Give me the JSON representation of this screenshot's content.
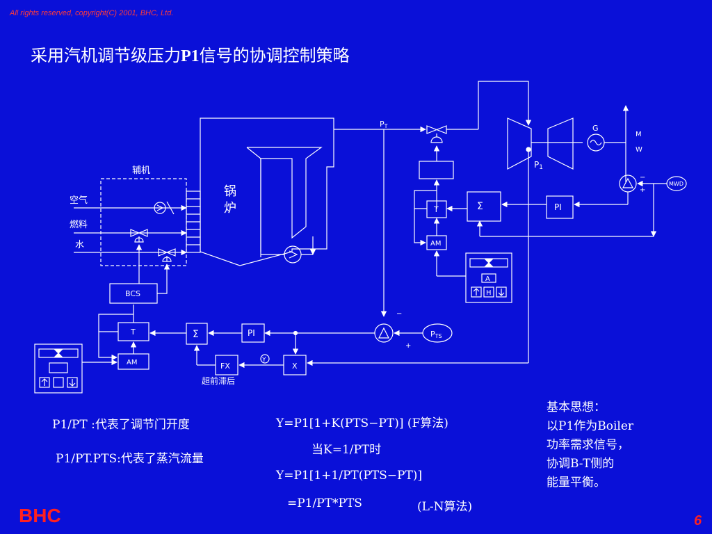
{
  "copyright": "All rights reserved, copyright(C) 2001, BHC, Ltd.",
  "title": {
    "prefix": "采用汽机调节级压力",
    "bold": "P1",
    "suffix": "信号的协调控制策略"
  },
  "diagram": {
    "aux_label": "辅机",
    "air_label": "空气",
    "fuel_label": "燃料",
    "water_label": "水",
    "boiler_label_1": "锅",
    "boiler_label_2": "炉",
    "bcs_label": "BCS",
    "t_label": "T",
    "am_label": "AM",
    "sigma_label": "Σ",
    "pi_label": "PI",
    "fx_label": "FX",
    "x_label": "X",
    "y_label": "Y",
    "lead_lag_label": "超前滞后",
    "pts_label": "PTS",
    "pt_label": "PT",
    "p1_label": "P1",
    "g_label": "G",
    "mw_m": "M",
    "mw_w": "W",
    "mwd_label": "MWD",
    "minus": "−",
    "plus": "+",
    "a_label": "A",
    "h_label": "H"
  },
  "notes": {
    "line1": "P1/PT :代表了调节门开度",
    "line2": "P1/PT.PTS:代表了蒸汽流量",
    "formula1": "Y=P1[1+K(PTS−PT)]  (F算法)",
    "formula2": "当K=1/PT时",
    "formula3": "Y=P1[1+1/PT(PTS−PT)]",
    "formula4": "=P1/PT*PTS",
    "formula4b": "(L-N算法)"
  },
  "idea": [
    "基本思想：",
    "以P1作为Boiler",
    "功率需求信号，",
    "协调B-T侧的",
    "能量平衡。"
  ],
  "brand": "BHC",
  "page": "6",
  "colors": {
    "background": "#0a10d8",
    "line": "#ffffff",
    "accent": "#ff2020"
  }
}
